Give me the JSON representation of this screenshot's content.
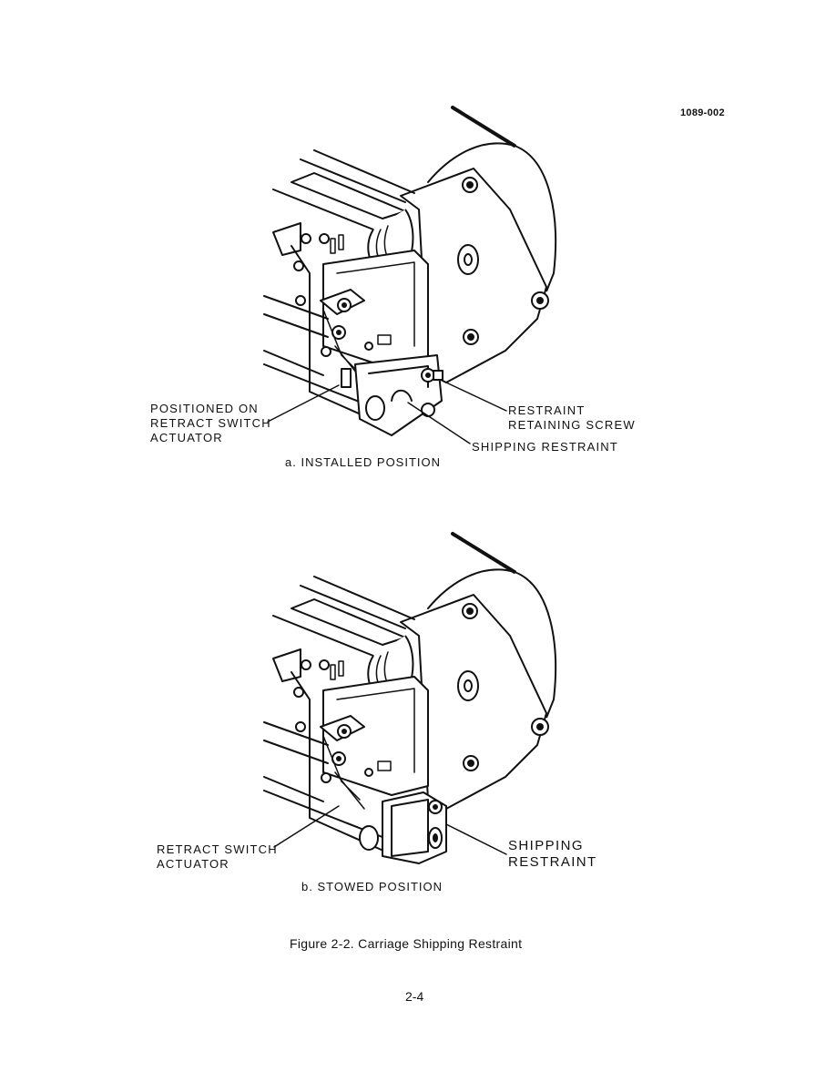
{
  "figure_number": "1089-002",
  "panel_a": {
    "label_positioned": [
      "POSITIONED ON",
      "RETRACT SWITCH",
      "ACTUATOR"
    ],
    "label_restraint_screw": [
      "RESTRAINT",
      "RETAINING SCREW"
    ],
    "label_shipping_restraint": "SHIPPING RESTRAINT",
    "caption": "a. INSTALLED POSITION"
  },
  "panel_b": {
    "label_actuator": [
      "RETRACT SWITCH",
      "ACTUATOR"
    ],
    "label_shipping_restraint": [
      "SHIPPING",
      "RESTRAINT"
    ],
    "caption": "b. STOWED POSITION"
  },
  "figure_caption": "Figure 2-2. Carriage Shipping Restraint",
  "page_number": "2-4"
}
